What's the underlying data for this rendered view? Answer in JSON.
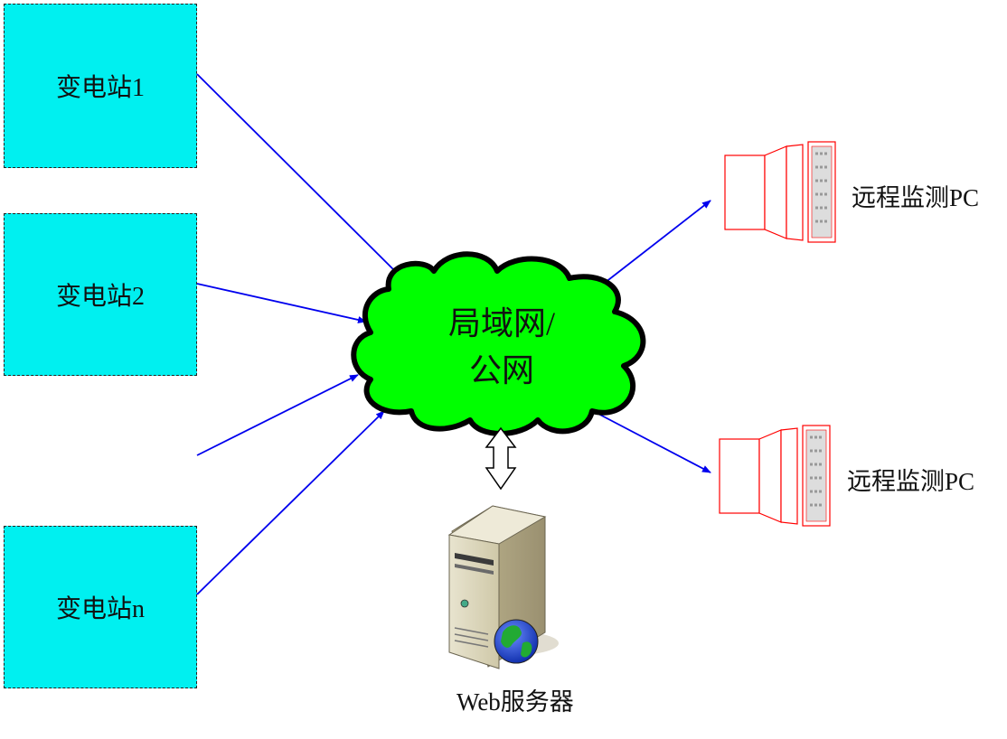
{
  "stations": [
    {
      "label": "变电站1"
    },
    {
      "label": "变电站2"
    },
    {
      "label": "变电站n"
    }
  ],
  "network": {
    "line1": "局域网/",
    "line2": "公网"
  },
  "server": {
    "label": "Web服务器"
  },
  "clients": [
    {
      "label": "远程监测PC"
    },
    {
      "label": "远程监测PC"
    }
  ],
  "colors": {
    "station_fill": "#00f0f0",
    "cloud_fill": "#00ff00",
    "arrow": "#0000ee",
    "pc_outline": "#ff0000"
  }
}
